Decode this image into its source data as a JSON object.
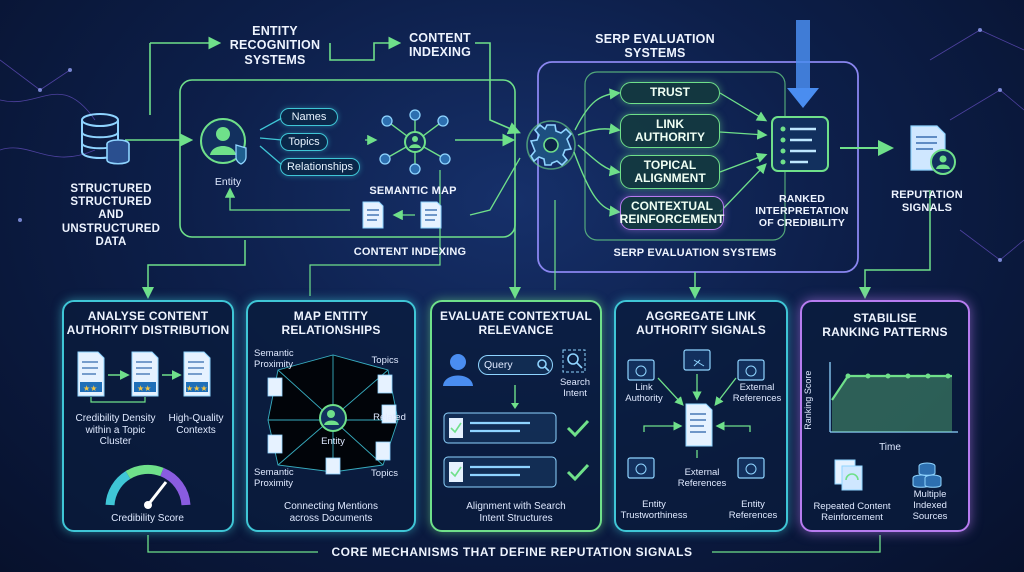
{
  "top": {
    "entity_recognition": "ENTITY\nRECOGNITION\nSYSTEMS",
    "content_indexing_top": "CONTENT\nINDEXING",
    "serp_eval_top": "SERP EVALUATION\nSYSTEMS",
    "data_label": "STRUCTURED\nSTRUCTURED\nAND\nUNSTRUCTURED\nDATA",
    "entity": "Entity",
    "pills": [
      "Names",
      "Topics",
      "Relationships"
    ],
    "semantic_map": "SEMANTIC MAP",
    "content_indexing_bottom": "CONTENT INDEXING",
    "serp_pills": [
      "TRUST",
      "LINK\nAUTHORITY",
      "TOPICAL\nALIGNMENT",
      "CONTEXTUAL\nREINFORCEMENT"
    ],
    "ranked": "RANKED\nINTERPRETATION\nOF CREDIBILITY",
    "serp_eval_bottom": "SERP EVALUATION SYSTEMS",
    "reputation": "REPUTATION\nSIGNALS"
  },
  "panels": {
    "p1": {
      "title": "ANALYSE CONTENT\nAUTHORITY DISTRIBUTION",
      "left": "Credibility Density\nwithin a Topic\nCluster",
      "right": "High-Quality\nContexts",
      "gauge": "Credibility Score"
    },
    "p2": {
      "title": "MAP ENTITY\nRELATIONSHIPS",
      "tl": "Semantic\nProximity",
      "tr": "Topics",
      "mr": "Related",
      "center": "Entity",
      "bl": "Semantic\nProximity",
      "br": "Topics",
      "footer": "Connecting Mentions\nacross Documents"
    },
    "p3": {
      "title": "EVALUATE CONTEXTUAL\nRELEVANCE",
      "query": "Query",
      "intent": "Search\nIntent",
      "footer": "Alignment with Search\nIntent Structures"
    },
    "p4": {
      "title": "AGGREGATE LINK\nAUTHORITY SIGNALS",
      "link_authority": "Link\nAuthority",
      "ext_top": "External\nReferences",
      "ext_mid": "External\nReferences",
      "trust": "Entity\nTrustworthiness",
      "entity_refs": "Entity\nReferences"
    },
    "p5": {
      "title": "STABILISE\nRANKING PATTERNS",
      "ylabel": "Ranking Score",
      "xlabel": "Time",
      "repeated": "Repeated Content\nReinforcement",
      "multiple": "Multiple\nIndexed\nSources"
    }
  },
  "footer": "CORE MECHANISMS THAT DEFINE REPUTATION SIGNALS",
  "colors": {
    "cyan": "#3fc6d6",
    "green": "#6fe08a",
    "purple": "#b77cf0",
    "blue": "#4a8df0"
  }
}
